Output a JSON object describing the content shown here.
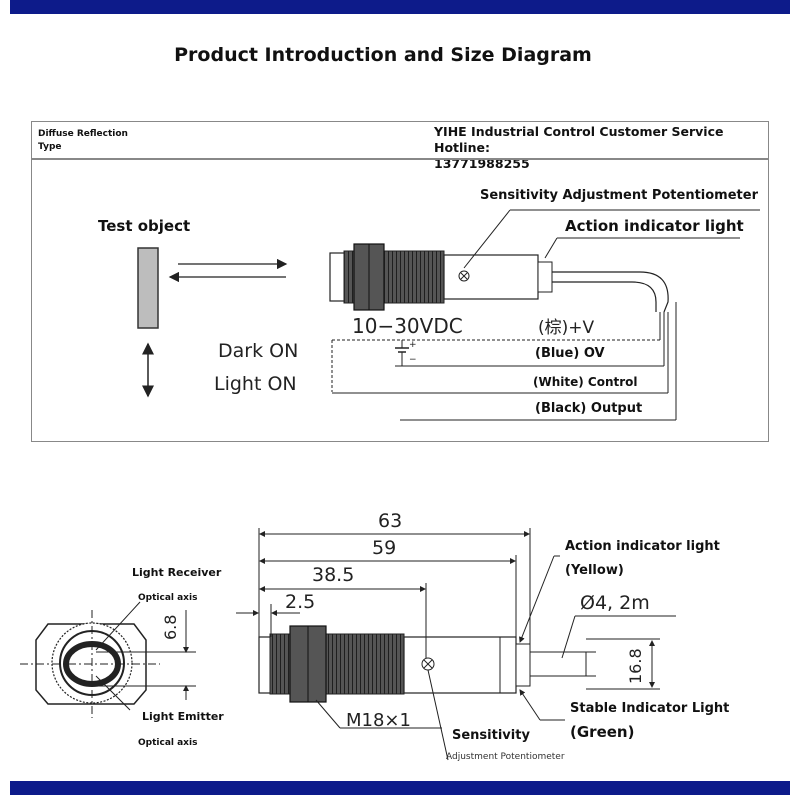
{
  "title": "Product Introduction and Size Diagram",
  "header": {
    "type_line1": "Diffuse Reflection",
    "type_line2": "Type",
    "hotline_line1": "YIHE Industrial Control Customer Service Hotline:",
    "hotline_line2": "13771988255"
  },
  "top_diagram": {
    "sensitivity_label": "Sensitivity Adjustment Potentiometer",
    "action_light_label": "Action indicator light",
    "test_object_label": "Test object",
    "voltage": "10−30VDC",
    "brown_wire": "(棕)+V",
    "blue_wire": "(Blue) OV",
    "white_wire": "(White) Control",
    "black_wire": "(Black) Output",
    "dark_on": "Dark ON",
    "light_on": "Light ON"
  },
  "bottom_diagram": {
    "dim_63": "63",
    "dim_59": "59",
    "dim_38_5": "38.5",
    "dim_2_5": "2.5",
    "dim_6_8": "6.8",
    "dim_16_8": "16.8",
    "cable_dia": "Ø4, 2m",
    "thread": "M18×1",
    "light_receiver": "Light Receiver",
    "optical_axis_top": "Optical axis",
    "light_emitter": "Light Emitter",
    "optical_axis_bottom": "Optical axis",
    "action_light": "Action indicator light",
    "yellow": "(Yellow)",
    "stable_light": "Stable Indicator Light",
    "green": "(Green)",
    "sensitivity": "Sensitivity",
    "adj_pot": "Adjustment Potentiometer"
  },
  "colors": {
    "bar": "#0d1b8a",
    "sensor_body": "#3a3a3a",
    "test_object": "#bdbdbd"
  }
}
